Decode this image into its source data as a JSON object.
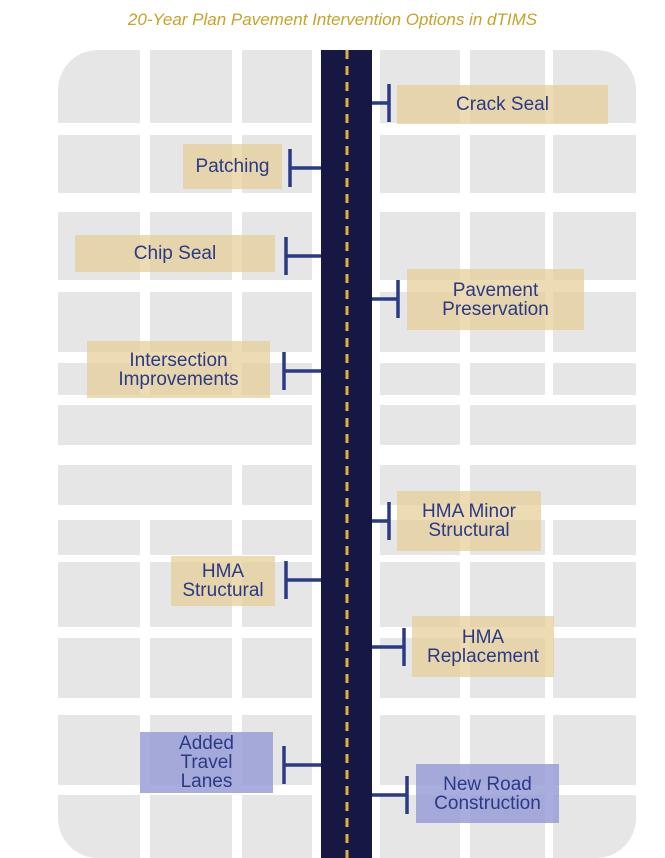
{
  "title": "20-Year Plan Pavement Intervention Options in dTIMS",
  "colors": {
    "road": "#161742",
    "center_line": "#e0b340",
    "connector": "#2a3a85",
    "box_existing": "#e6cd96",
    "box_new": "#969bd7",
    "label_text": "#2a3a85",
    "title": "#c9a227",
    "background_block": "#e6e6e6"
  },
  "interventions": [
    {
      "id": "crack-seal",
      "label": "Crack Seal",
      "side": "right",
      "kind": "existing"
    },
    {
      "id": "patching",
      "label": "Patching",
      "side": "left",
      "kind": "existing"
    },
    {
      "id": "chip-seal",
      "label": "Chip Seal",
      "side": "left",
      "kind": "existing"
    },
    {
      "id": "pavement-preservation",
      "label": "Pavement\nPreservation",
      "side": "right",
      "kind": "existing"
    },
    {
      "id": "intersection-improvements",
      "label": "Intersection\nImprovements",
      "side": "left",
      "kind": "existing"
    },
    {
      "id": "hma-minor-structural",
      "label": "HMA Minor\nStructural",
      "side": "right",
      "kind": "existing"
    },
    {
      "id": "hma-structural",
      "label": "HMA\nStructural",
      "side": "left",
      "kind": "existing"
    },
    {
      "id": "hma-replacement",
      "label": "HMA\nReplacement",
      "side": "right",
      "kind": "existing"
    },
    {
      "id": "added-travel-lanes",
      "label": "Added\nTravel\nLanes",
      "side": "left",
      "kind": "new"
    },
    {
      "id": "new-road-construction",
      "label": "New Road\nConstruction",
      "side": "right",
      "kind": "new"
    }
  ]
}
